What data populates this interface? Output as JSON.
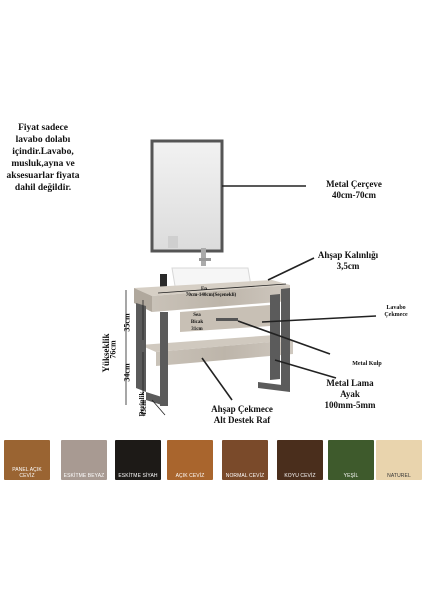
{
  "note": "Fiyat sadece lavabo dolabı içindir.Lavabo, musluk,ayna ve aksesuarlar fiyata dahil değildir.",
  "labels": {
    "metal_cerceve": "Metal Çerçeve",
    "metal_cerceve_size": "40cm-70cm",
    "ahsap_kalinligi": "Ahşap Kalınlığı",
    "ahsap_kalinligi_size": "3,5cm",
    "lavabo_cekmece_1": "Lavabo",
    "lavabo_cekmece_2": "Çekmece",
    "metal_kulp": "Metal Kulp",
    "metal_lama_1": "Metal Lama",
    "metal_lama_2": "Ayak",
    "metal_lama_3": "100mm-5mm",
    "ahsap_cekmece_1": "Ahşap Çekmece",
    "ahsap_cekmece_2": "Alt Destek Raf",
    "en": "En",
    "en_range": "70cm-140cm(Seçenekli)",
    "sea_1": "Sea",
    "sea_2": "Bicak",
    "sea_3": "31cm",
    "yukseklik": "Yükseklik",
    "h76": "76cm",
    "h35": "35cm",
    "h34": "34cm",
    "derinlik": "Derinlik",
    "d43": "43cm"
  },
  "swatches": [
    {
      "name": "PANEL AÇIK CEVİZ",
      "color": "#9a6432"
    },
    {
      "name": "ESKİTME BEYAZ",
      "color": "#a89a92"
    },
    {
      "name": "ESKİTME SİYAH",
      "color": "#1d1a17"
    },
    {
      "name": "AÇIK CEVİZ",
      "color": "#a9652d"
    },
    {
      "name": "NORMAL CEVİZ",
      "color": "#7a4a2a"
    },
    {
      "name": "KOYU CEVİZ",
      "color": "#4a2e1c"
    },
    {
      "name": "YEŞİL",
      "color": "#3e5a2c"
    },
    {
      "name": "NATUREL",
      "color": "#e9d4ad"
    }
  ]
}
